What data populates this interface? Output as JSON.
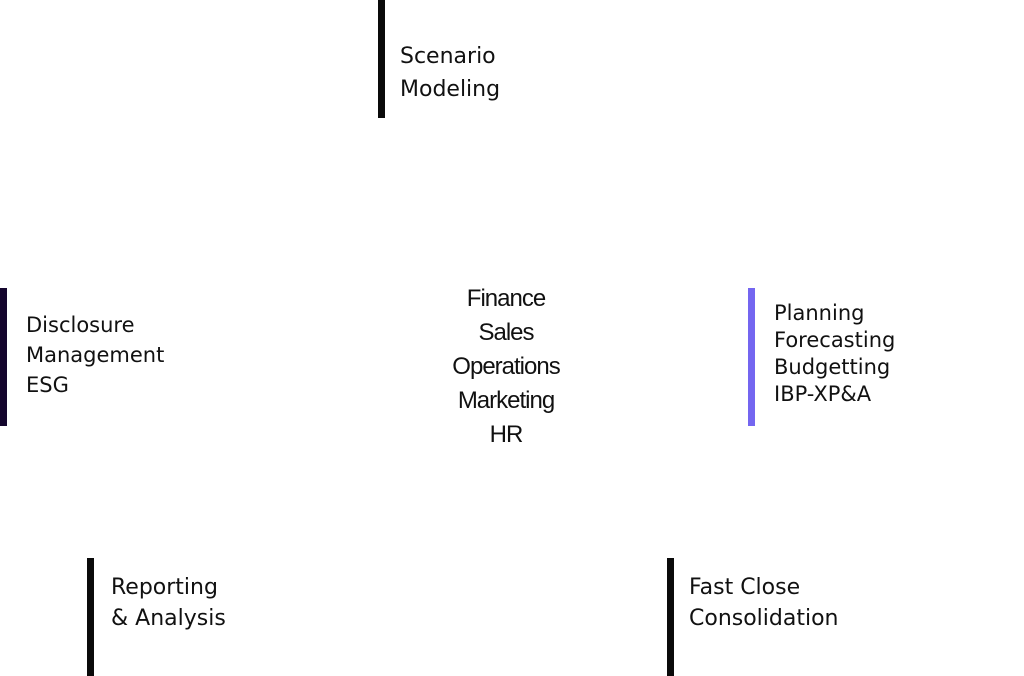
{
  "colors": {
    "dark_bar": "#0a0a0a",
    "navy_bar": "#14062e",
    "purple_bar": "#7466f0",
    "text": "#111111",
    "background": "#ffffff"
  },
  "blocks": {
    "scenario": {
      "lines": [
        "Scenario",
        "Modeling"
      ],
      "bar_color": "#0a0a0a"
    },
    "disclosure": {
      "lines": [
        "Disclosure",
        "Management",
        "ESG"
      ],
      "bar_color": "#14062e"
    },
    "planning": {
      "lines": [
        "Planning",
        "Forecasting",
        "Budgetting",
        "IBP-XP&A"
      ],
      "bar_color": "#7466f0"
    },
    "reporting": {
      "lines": [
        "Reporting",
        "& Analysis"
      ],
      "bar_color": "#0a0a0a"
    },
    "fastclose": {
      "lines": [
        "Fast Close",
        "Consolidation"
      ],
      "bar_color": "#0a0a0a"
    }
  },
  "center": {
    "lines": [
      "Finance",
      "Sales",
      "Operations",
      "Marketing",
      "HR"
    ]
  }
}
